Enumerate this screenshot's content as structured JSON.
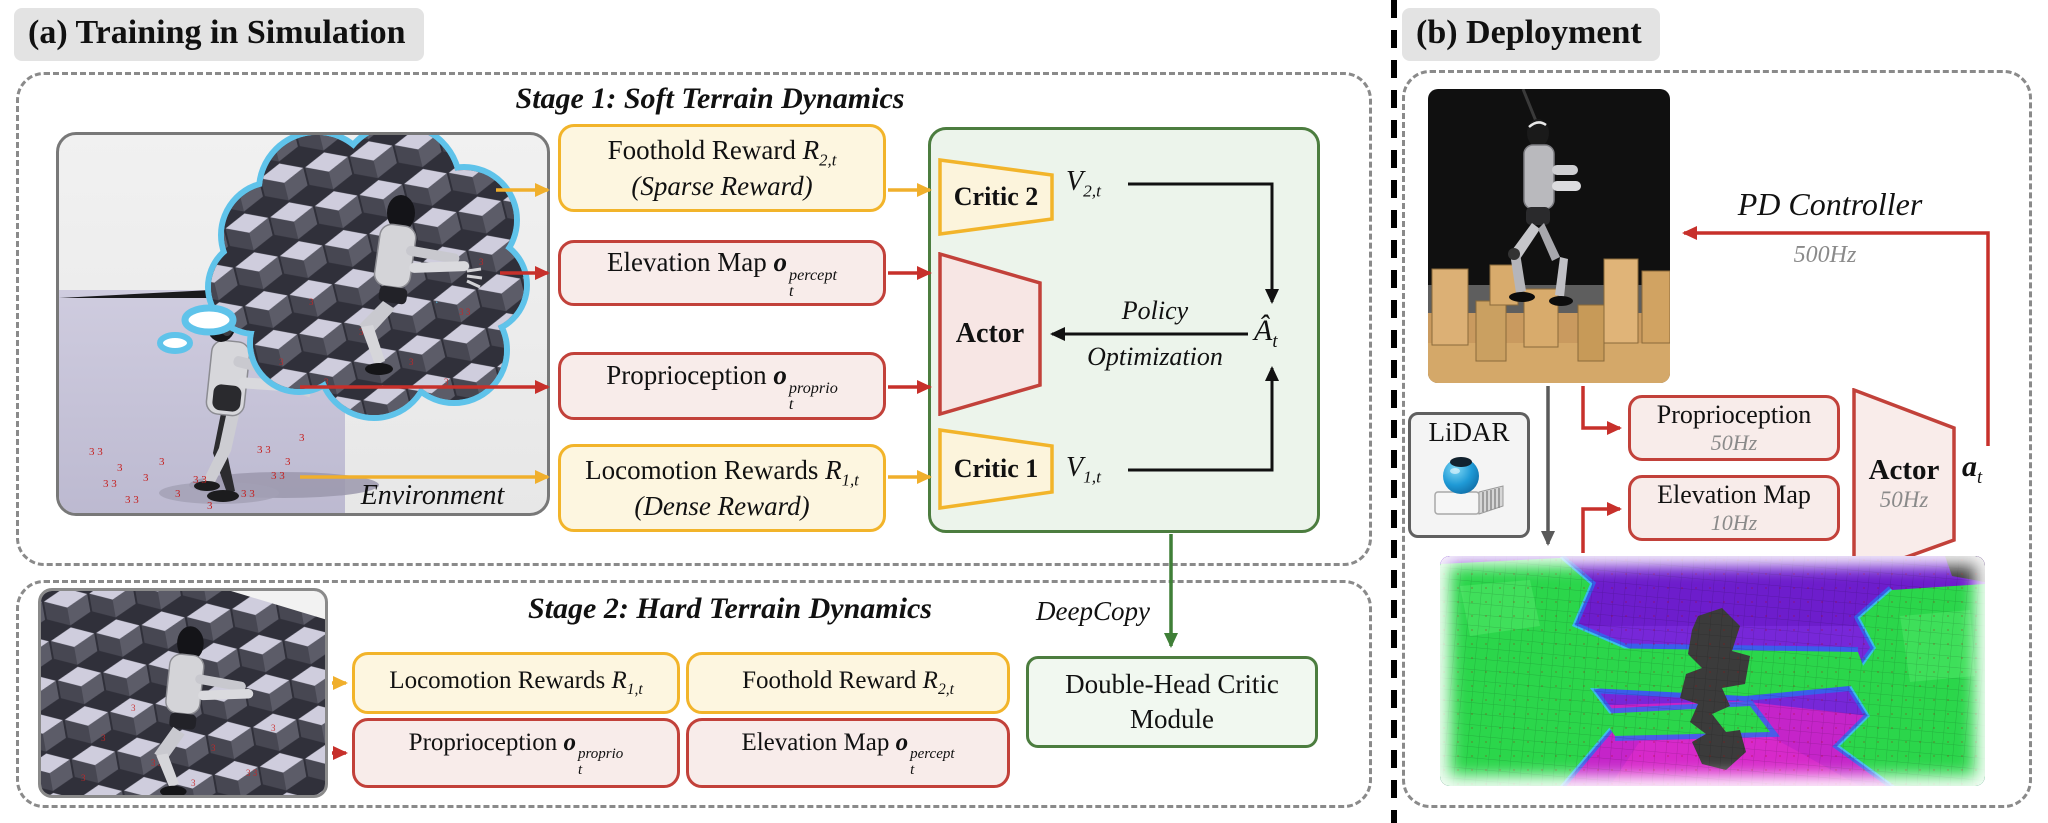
{
  "colors": {
    "yellow_border": "#F2B42A",
    "yellow_fill": "#FDF6E0",
    "red_border": "#C2413A",
    "red_fill": "#F8ECEA",
    "green_border": "#4C7D3F",
    "green_fill": "#ECF4EB",
    "dashed_gray": "#8A8A8A",
    "header_bg": "#E3E3E3",
    "arrow_red": "#C7302B",
    "arrow_yellow": "#F0AF2C",
    "arrow_green": "#3F7F37",
    "arrow_gray": "#5A5A5A",
    "hz_gray": "#8A8A8A",
    "bubble_blue": "#5FC3EA"
  },
  "panel_a": {
    "header": "(a) Training in Simulation",
    "stage1": {
      "title": "Stage 1: Soft Terrain Dynamics",
      "environment_label": "Environment",
      "foothold": {
        "text": "Foothold Reward ",
        "var": "R",
        "sub": "2,t",
        "note": "(Sparse Reward)"
      },
      "elevation": {
        "text": "Elevation Map ",
        "var": "o",
        "sup": "percept",
        "sub": "t"
      },
      "proprioception": {
        "text": "Proprioception ",
        "var": "o",
        "sup": "proprio",
        "sub": "t"
      },
      "locomotion": {
        "text": "Locomotion Rewards ",
        "var": "R",
        "sub": "1,t",
        "note": "(Dense Reward)"
      },
      "critic2": "Critic 2",
      "actor": "Actor",
      "critic1": "Critic 1",
      "v2": {
        "var": "V",
        "sub": "2,t"
      },
      "v1": {
        "var": "V",
        "sub": "1,t"
      },
      "advantage": {
        "var": "Â",
        "sub": "t"
      },
      "policy_line1": "Policy",
      "policy_line2": "Optimization"
    },
    "stage2": {
      "title": "Stage 2: Hard Terrain Dynamics",
      "locomotion": {
        "text": "Locomotion Rewards ",
        "var": "R",
        "sub": "1,t"
      },
      "foothold": {
        "text": "Foothold Reward ",
        "var": "R",
        "sub": "2,t"
      },
      "proprioception": {
        "text": "Proprioception ",
        "var": "o",
        "sup": "proprio",
        "sub": "t"
      },
      "elevation": {
        "text": "Elevation Map ",
        "var": "o",
        "sup": "percept",
        "sub": "t"
      }
    },
    "deepcopy_label": "DeepCopy",
    "double_head": {
      "line1": "Double-Head Critic",
      "line2": "Module"
    }
  },
  "panel_b": {
    "header": "(b) Deployment",
    "pd_controller": {
      "label": "PD Controller",
      "rate": "500Hz"
    },
    "lidar_label": "LiDAR",
    "proprioception": {
      "label": "Proprioception",
      "rate": "50Hz"
    },
    "elevation": {
      "label": "Elevation Map",
      "rate": "10Hz"
    },
    "actor": {
      "label": "Actor",
      "rate": "50Hz"
    },
    "action": {
      "var": "a",
      "sub": "t"
    }
  }
}
